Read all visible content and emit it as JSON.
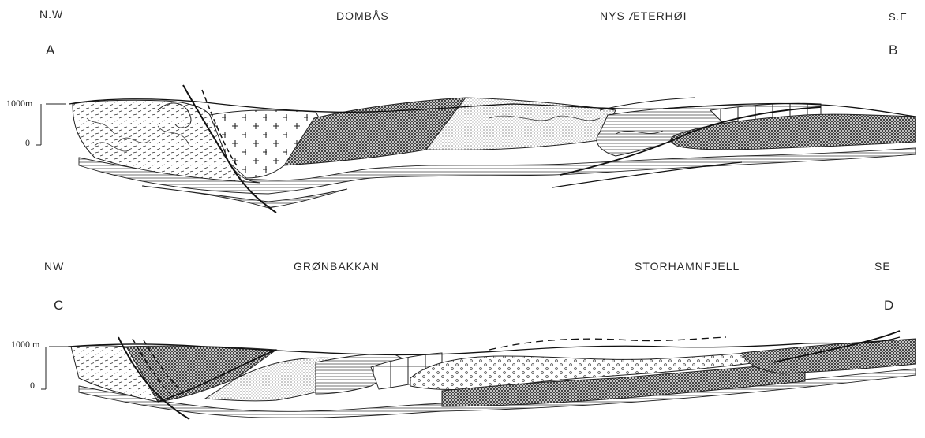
{
  "section_ab": {
    "left_orientation": "N.W",
    "right_orientation": "S.E",
    "start_label": "A",
    "end_label": "B",
    "place_1": "DOMBÅS",
    "place_2": "NYS ÆTERHØI",
    "elevation_top": "1000m",
    "elevation_zero": "0"
  },
  "section_cd": {
    "left_orientation": "NW",
    "right_orientation": "SE",
    "start_label": "C",
    "end_label": "D",
    "place_1": "GRØNBAKKAN",
    "place_2": "STORHAMNFJELL",
    "elevation_top": "1000 m",
    "elevation_zero": "0"
  },
  "colors": {
    "ink": "#1a1a1a",
    "paper": "#ffffff"
  }
}
